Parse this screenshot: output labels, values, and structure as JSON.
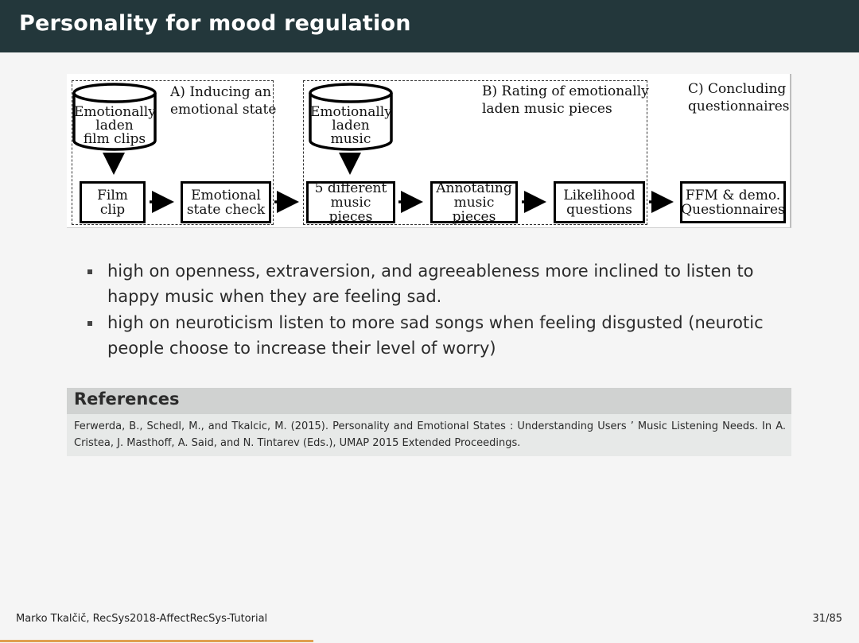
{
  "slide": {
    "title": "Personality for mood regulation",
    "page": "31/85",
    "progress": 0.365
  },
  "diagram": {
    "stages": {
      "a_line1": "A) Inducing an",
      "a_line2": "emotional state",
      "b_line1": "B) Rating of emotionally",
      "b_line2": "laden music pieces",
      "c_line1": "C) Concluding",
      "c_line2": "questionnaires"
    },
    "databases": {
      "film_line1": "Emotionally",
      "film_line2": "laden",
      "film_line3": "film clips",
      "music_line1": "Emotionally",
      "music_line2": "laden",
      "music_line3": "music"
    },
    "processes": {
      "film_line1": "Film",
      "film_line2": "clip",
      "check_line1": "Emotional",
      "check_line2": "state check",
      "five_line1": "5 different",
      "five_line2": "music pieces",
      "annot_line1": "Annotating",
      "annot_line2": "music pieces",
      "likely_line1": "Likelihood",
      "likely_line2": "questions",
      "ffm_line1": "FFM & demo.",
      "ffm_line2": "Questionnaires"
    }
  },
  "bullets": [
    "high on openness, extraversion, and agreeableness more inclined to listen to happy music when they are feeling sad.",
    "high on neuroticism listen to more sad songs when feeling disgusted (neurotic people choose to increase their level of worry)"
  ],
  "references": {
    "heading": "References",
    "text": "Ferwerda, B., Schedl, M., and Tkalcic, M. (2015). Personality and Emotional States : Understanding Users ’ Music Listening Needs. In A. Cristea, J. Masthoff, A. Said, and N. Tintarev (Eds.), UMAP 2015 Extended Proceedings."
  },
  "footer": {
    "author": "Marko Tkalčič, RecSys2018-AffectRecSys-Tutorial"
  },
  "colors": {
    "titlebar": "#23373b",
    "progress": "#e0a050"
  }
}
